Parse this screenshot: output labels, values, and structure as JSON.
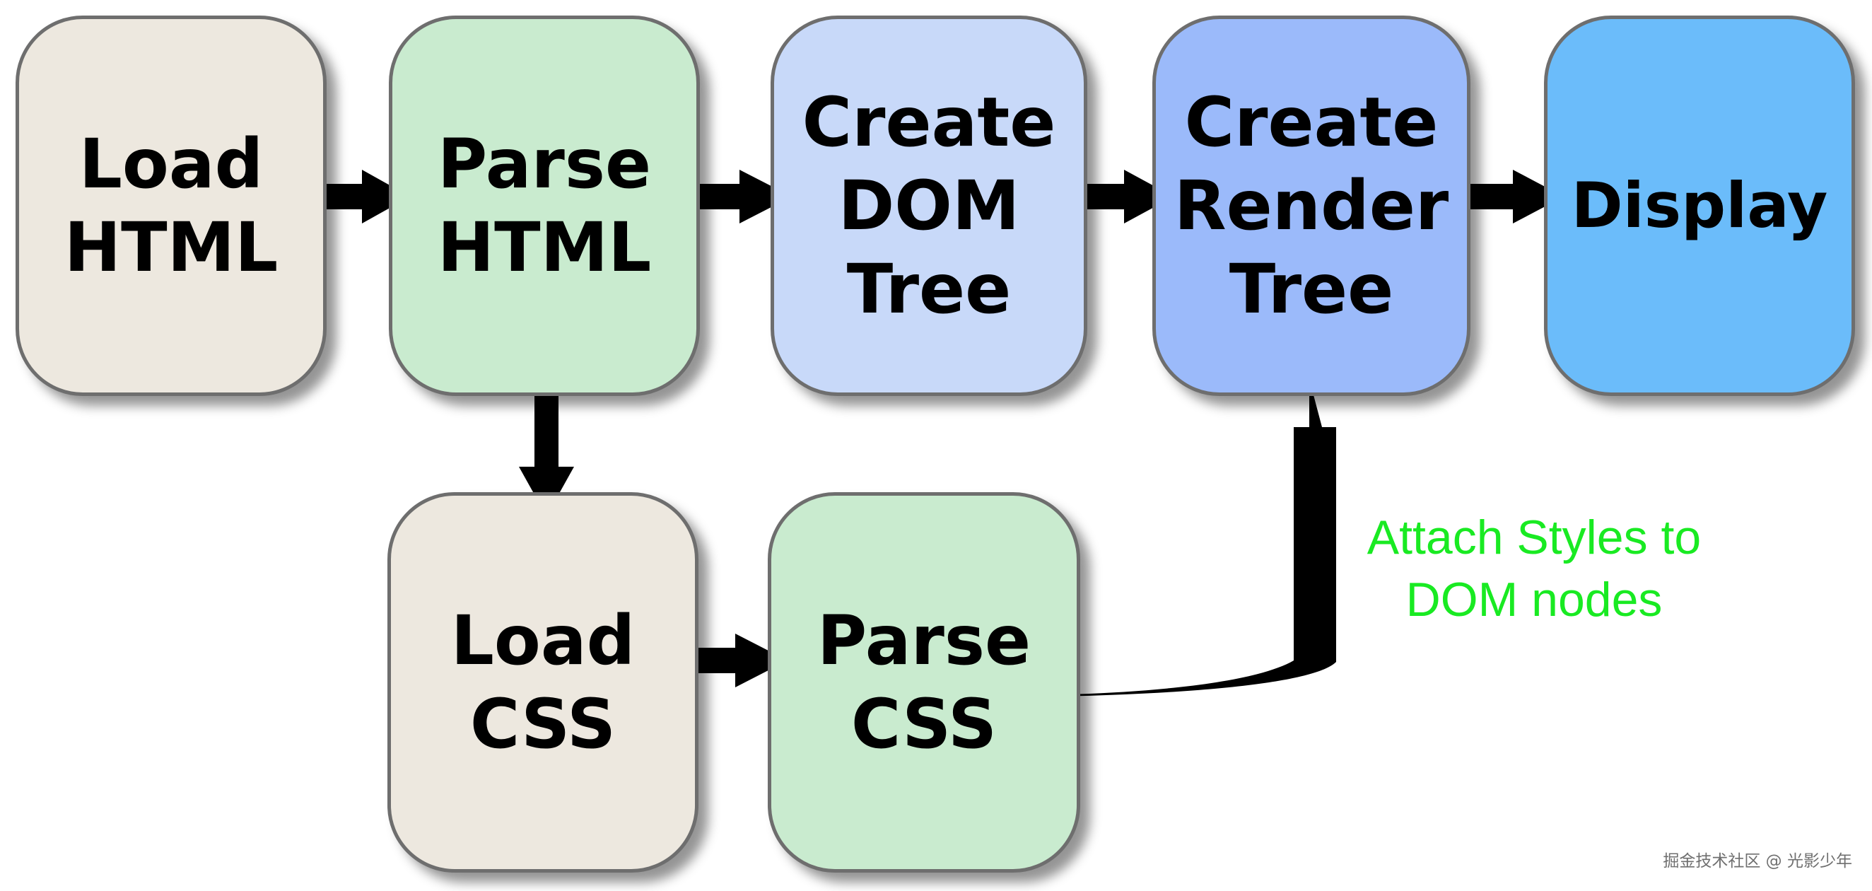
{
  "nodes": {
    "load_html": {
      "lines": [
        "Load",
        "HTML"
      ],
      "color": "#ede8df"
    },
    "parse_html": {
      "lines": [
        "Parse",
        "HTML"
      ],
      "color": "#c9ebcf"
    },
    "create_dom_tree": {
      "lines": [
        "Create",
        "DOM",
        "Tree"
      ],
      "color": "#c8d9f9"
    },
    "create_render_tree": {
      "lines": [
        "Create",
        "Render",
        "Tree"
      ],
      "color": "#9bbafa"
    },
    "display": {
      "lines": [
        "Display"
      ],
      "color": "#6bbcfa"
    },
    "load_css": {
      "lines": [
        "Load",
        "CSS"
      ],
      "color": "#ede8df"
    },
    "parse_css": {
      "lines": [
        "Parse",
        "CSS"
      ],
      "color": "#c9ebcf"
    }
  },
  "edges": [
    {
      "from": "load_html",
      "to": "parse_html"
    },
    {
      "from": "parse_html",
      "to": "create_dom_tree"
    },
    {
      "from": "create_dom_tree",
      "to": "create_render_tree"
    },
    {
      "from": "create_render_tree",
      "to": "display"
    },
    {
      "from": "parse_html",
      "to": "load_css"
    },
    {
      "from": "load_css",
      "to": "parse_css"
    },
    {
      "from": "parse_css",
      "to": "create_render_tree",
      "label": "Attach Styles to DOM nodes"
    }
  ],
  "annotation": {
    "line1": "Attach Styles to",
    "line2": "DOM nodes",
    "color": "#19ea22"
  },
  "watermark": "掘金技术社区 @ 光影少年"
}
